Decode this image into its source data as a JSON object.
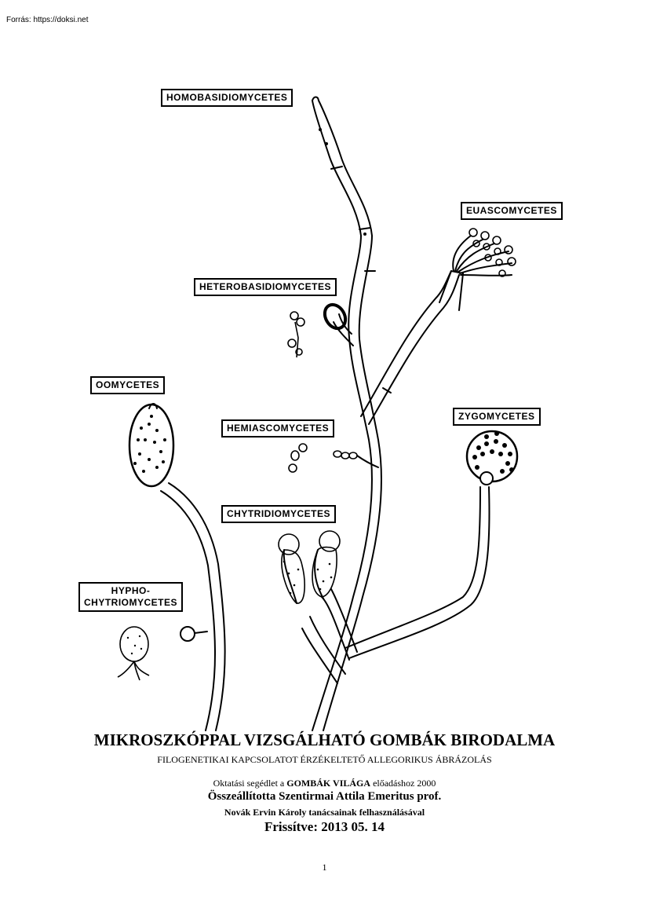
{
  "source": "Forrás: https://doksi.net",
  "labels": {
    "homobasidiomycetes": "HOMOBASIDIOMYCETES",
    "euascomycetes": "EUASCOMYCETES",
    "heterobasidiomycetes": "HETEROBASIDIOMYCETES",
    "oomycetes": "OOMYCETES",
    "zygomycetes": "ZYGOMYCETES",
    "hemiascomycetes": "HEMIASCOMYCETES",
    "chytridiomycetes": "CHYTRIDIOMYCETES",
    "hyphochytriomycetes_1": "HYPHO-",
    "hyphochytriomycetes_2": "CHYTRIOMYCETES"
  },
  "footer": {
    "title": "MIKROSZKÓPPAL VIZSGÁLHATÓ GOMBÁK BIRODALMA",
    "subtitle": "FILOGENETIKAI KAPCSOLATOT ÉRZÉKELTETŐ ALLEGORIKUS ÁBRÁZOLÁS",
    "line1_prefix": "Oktatási segédlet a ",
    "line1_bold": "GOMBÁK VILÁGA",
    "line1_suffix": " előadáshoz  2000",
    "line2": "Összeállította Szentirmai Attila  Emeritus prof.",
    "line3": "Novák Ervin Károly tanácsainak felhasználásával",
    "line4": "Frissítve: 2013 05. 14",
    "page_number": "1"
  }
}
